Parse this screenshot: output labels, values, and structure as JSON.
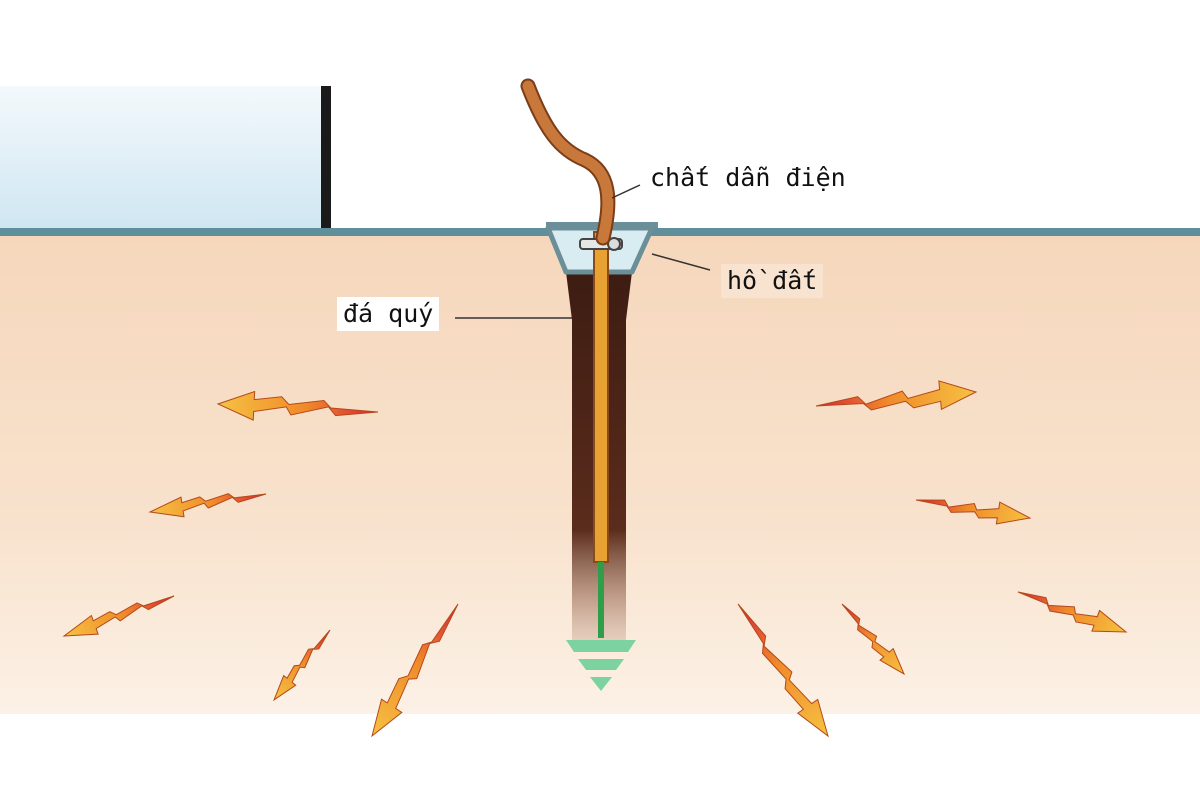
{
  "labels": {
    "conductor": "chất dẫn điện",
    "pit": "hồ đất",
    "gem": "đá quý"
  },
  "colors": {
    "sky": "#dcedf5",
    "ground_top": "#f7dcc2",
    "ground_bottom": "#fbeee2",
    "surface_line": "#5e8f9a",
    "post": "#1a1a1a",
    "wire": "#c8783a",
    "rod": "#e8a133",
    "hole": "#4a2418",
    "pit_fill": "#d8ecf2",
    "pit_border": "#6b8f98",
    "ground_symbol": "#7dd3a0",
    "wire_tip": "#2e9e4a",
    "arrow_fill": "#f5c242",
    "arrow_hot": "#d82a2a"
  },
  "icons": [
    "lightning-arrow-icon",
    "ground-symbol-icon"
  ]
}
